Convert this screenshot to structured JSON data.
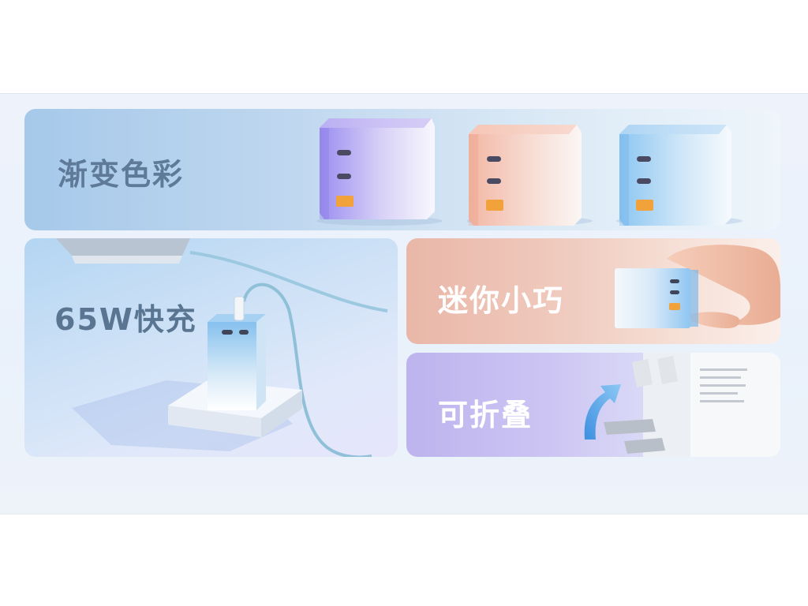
{
  "features": {
    "gradient_colors": {
      "caption": "渐变色彩",
      "caption_color": "#5f7a99"
    },
    "fast_charge": {
      "caption": "65W快充",
      "caption_color": "#5a7592"
    },
    "mini_size": {
      "caption": "迷你小巧",
      "caption_color": "#ffffff"
    },
    "foldable": {
      "caption": "可折叠",
      "caption_color": "#ffffff"
    }
  },
  "products": {
    "charger_color_variants": [
      "purple",
      "peach",
      "blue"
    ],
    "variant_colors": {
      "purple": "#9b8ef0",
      "peach": "#f3b7a4",
      "blue": "#8cc6f1"
    }
  }
}
